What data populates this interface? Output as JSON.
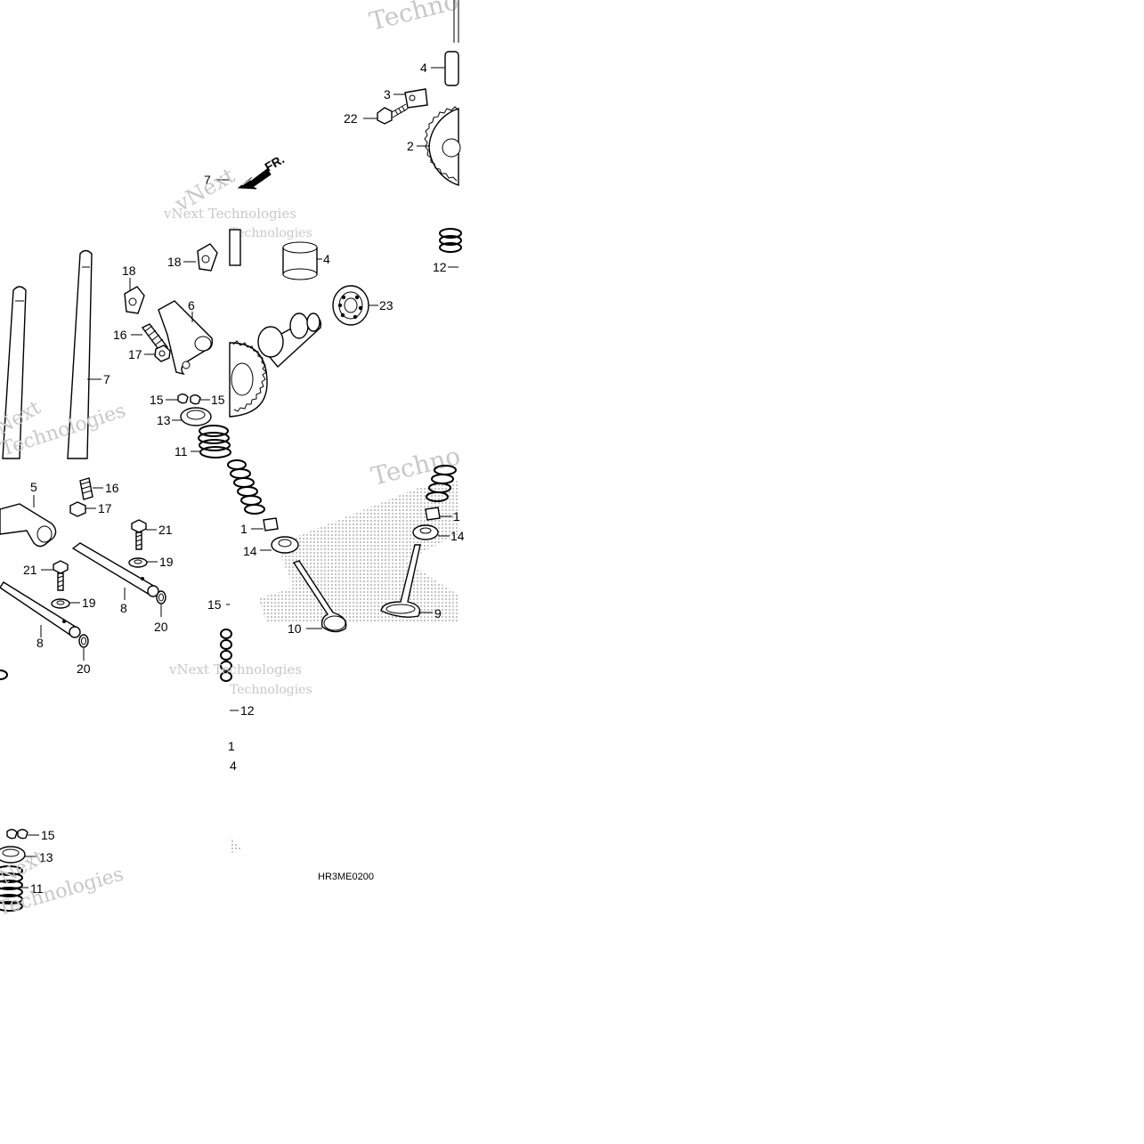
{
  "diagram": {
    "code": "HR3ME0200",
    "direction_marker": "FR.",
    "watermark_lines": [
      "vNext Technologies",
      "vNext",
      "Technologies",
      "Techno",
      "Technologies"
    ],
    "labels": {
      "l_4_top": "4",
      "l_3": "3",
      "l_22": "22",
      "l_2": "2",
      "l_7_top": "7",
      "l_18_a": "18",
      "l_18_b": "18",
      "l_4_mid": "4",
      "l_23": "23",
      "l_12_top": "12",
      "l_6": "6",
      "l_16_top": "16",
      "l_17_top": "17",
      "l_7_left": "7",
      "l_15_a": "15",
      "l_15_b": "15",
      "l_13_top": "13",
      "l_11_top": "11",
      "l_5": "5",
      "l_16_bot": "16",
      "l_17_bot": "17",
      "l_21_a": "21",
      "l_19_a": "19",
      "l_21_b": "21",
      "l_19_b": "19",
      "l_8_a": "8",
      "l_20_a": "20",
      "l_8_b": "8",
      "l_20_b": "20",
      "l_15_mid": "15",
      "l_1_a": "1",
      "l_14_a": "14",
      "l_1_b": "1",
      "l_14_b": "14",
      "l_9": "9",
      "l_10": "10",
      "l_12_bot": "12",
      "l_1_c": "1",
      "l_4_bot": "4",
      "l_15_bot": "15",
      "l_13_bot": "13",
      "l_11_bot": "11"
    }
  }
}
